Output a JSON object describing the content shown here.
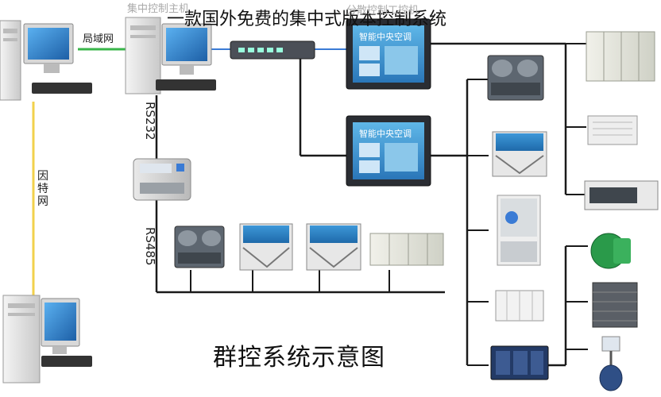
{
  "headline": "一款国外免费的集中式版本控制系统",
  "faded_labels": {
    "central_pc": "集中控制主机",
    "distributed_pc": "分散控制工控机"
  },
  "link_labels": {
    "lan": "局域网",
    "internet": "因特网",
    "rs232": "RS232",
    "rs485": "RS485"
  },
  "screen_title": "智能中央空调",
  "caption": "群控系统示意图",
  "colors": {
    "lan_line": "#39b54a",
    "internet_line": "#f2d14b",
    "bus_line": "#1a1a1a",
    "hub_line": "#3a7bd5",
    "chiller_blue": "#2f86c8"
  },
  "icons": [
    "desktop-pc-icon",
    "converter-box-icon",
    "network-switch-icon",
    "touch-panel-icon",
    "chiller-icon",
    "air-handler-icon",
    "fan-coil-icon",
    "pump-icon",
    "cooling-tower-icon",
    "valve-icon",
    "plc-icon"
  ]
}
